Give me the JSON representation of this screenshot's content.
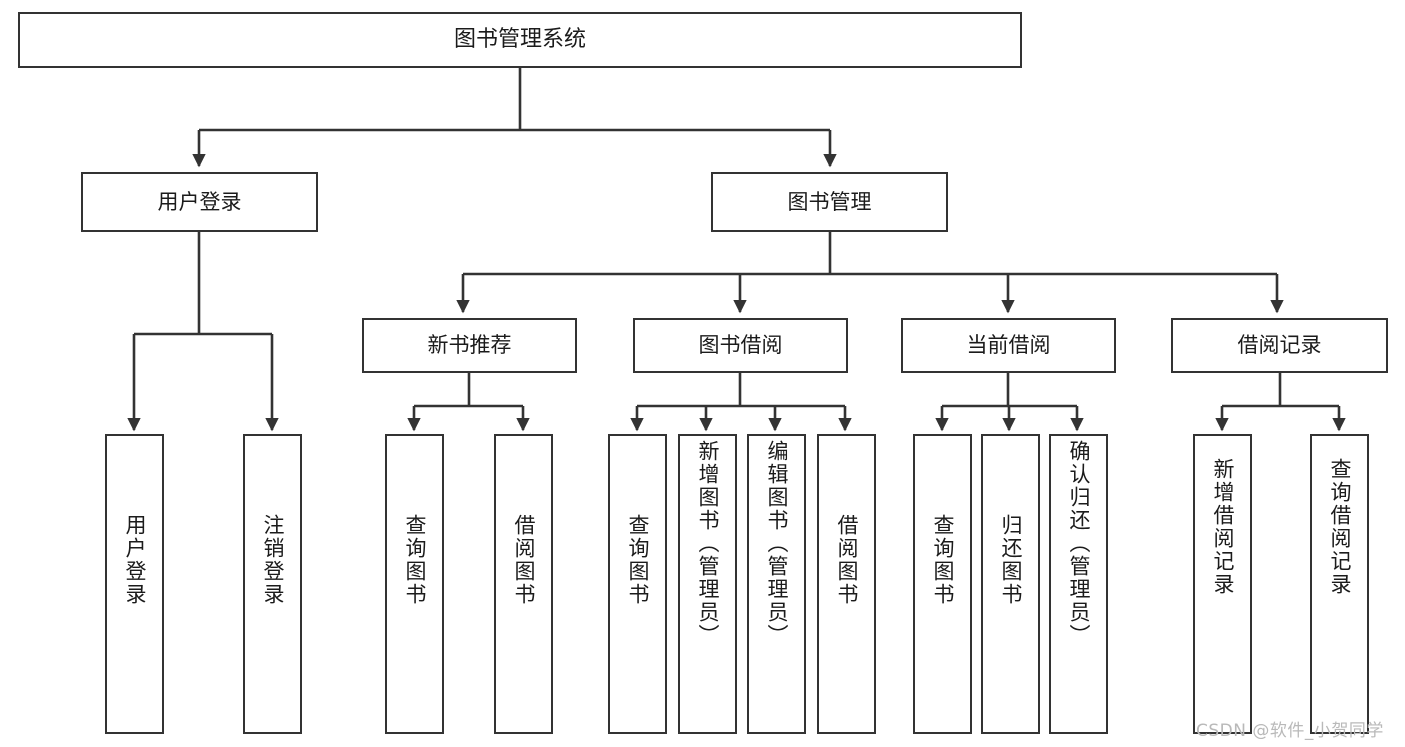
{
  "diagram": {
    "type": "hierarchy-tree",
    "title": "图书管理系统",
    "root": {
      "id": "root",
      "label": "图书管理系统"
    },
    "level2": [
      {
        "id": "user-login",
        "label": "用户登录"
      },
      {
        "id": "book-manage",
        "label": "图书管理"
      }
    ],
    "level3": [
      {
        "id": "new-book-recommend",
        "label": "新书推荐",
        "parent": "book-manage"
      },
      {
        "id": "book-borrow",
        "label": "图书借阅",
        "parent": "book-manage"
      },
      {
        "id": "current-borrow",
        "label": "当前借阅",
        "parent": "book-manage"
      },
      {
        "id": "borrow-record",
        "label": "借阅记录",
        "parent": "book-manage"
      }
    ],
    "leaves": [
      {
        "id": "leaf-user-login",
        "label": "用户登录",
        "parent": "user-login"
      },
      {
        "id": "leaf-logout-login",
        "label": "注销登录",
        "parent": "user-login"
      },
      {
        "id": "leaf-query-book-1",
        "label": "查询图书",
        "parent": "new-book-recommend"
      },
      {
        "id": "leaf-borrow-book-1",
        "label": "借阅图书",
        "parent": "new-book-recommend"
      },
      {
        "id": "leaf-query-book-2",
        "label": "查询图书",
        "parent": "book-borrow"
      },
      {
        "id": "leaf-add-book",
        "label": "新增图书（管理员）",
        "parent": "book-borrow"
      },
      {
        "id": "leaf-edit-book",
        "label": "编辑图书（管理员）",
        "parent": "book-borrow"
      },
      {
        "id": "leaf-borrow-book-2",
        "label": "借阅图书",
        "parent": "book-borrow"
      },
      {
        "id": "leaf-query-book-3",
        "label": "查询图书",
        "parent": "current-borrow"
      },
      {
        "id": "leaf-return-book",
        "label": "归还图书",
        "parent": "current-borrow"
      },
      {
        "id": "leaf-confirm-return",
        "label": "确认归还（管理员）",
        "parent": "current-borrow"
      },
      {
        "id": "leaf-add-record",
        "label": "新增借阅记录",
        "parent": "borrow-record"
      },
      {
        "id": "leaf-query-record",
        "label": "查询借阅记录",
        "parent": "borrow-record"
      }
    ],
    "colors": {
      "stroke": "#333333",
      "fill": "#ffffff",
      "text": "#1b1b1b",
      "watermark": "#b9b9b9"
    }
  },
  "watermark": {
    "text": "CSDN @软件_小贺同学"
  }
}
